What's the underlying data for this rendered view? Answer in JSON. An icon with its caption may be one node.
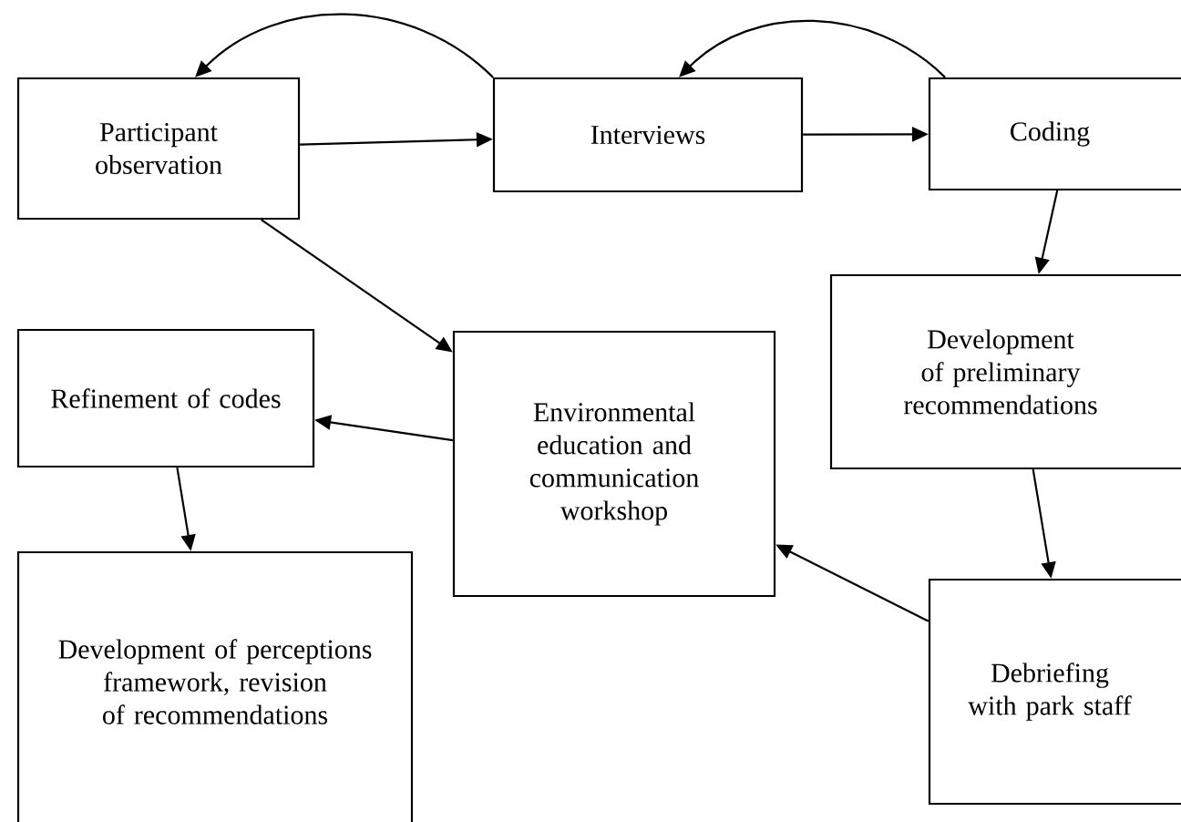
{
  "diagram": {
    "nodes": [
      {
        "text": [
          "Participant observation"
        ]
      },
      {
        "text": [
          "Interviews"
        ]
      },
      {
        "text": [
          "Coding"
        ]
      },
      {
        "text": [
          "Development of preliminary recommendations"
        ]
      },
      {
        "text": [
          "Environmental education and communication workshop"
        ]
      },
      {
        "text": [
          "Refinement of codes"
        ]
      },
      {
        "text": [
          "Development of perceptions framework, revision of recommendations"
        ]
      },
      {
        "text": [
          "Debriefing with park staff"
        ]
      }
    ],
    "edges": [
      {
        "from": 1,
        "to": 0,
        "arrow": "to"
      },
      {
        "from": 2,
        "to": 1,
        "arrow": "to"
      },
      {
        "from": 0,
        "to": 1,
        "arrow": "to"
      },
      {
        "from": 1,
        "to": 2,
        "arrow": "to"
      },
      {
        "from": 2,
        "to": 3,
        "arrow": "to"
      },
      {
        "from": 0,
        "to": 4,
        "arrow": "to"
      },
      {
        "from": 4,
        "to": 5,
        "arrow": "to"
      },
      {
        "from": 5,
        "to": 6,
        "arrow": "to"
      },
      {
        "from": 3,
        "to": 7,
        "arrow": "to"
      },
      {
        "from": 7,
        "to": 4,
        "arrow": "to"
      }
    ]
  }
}
